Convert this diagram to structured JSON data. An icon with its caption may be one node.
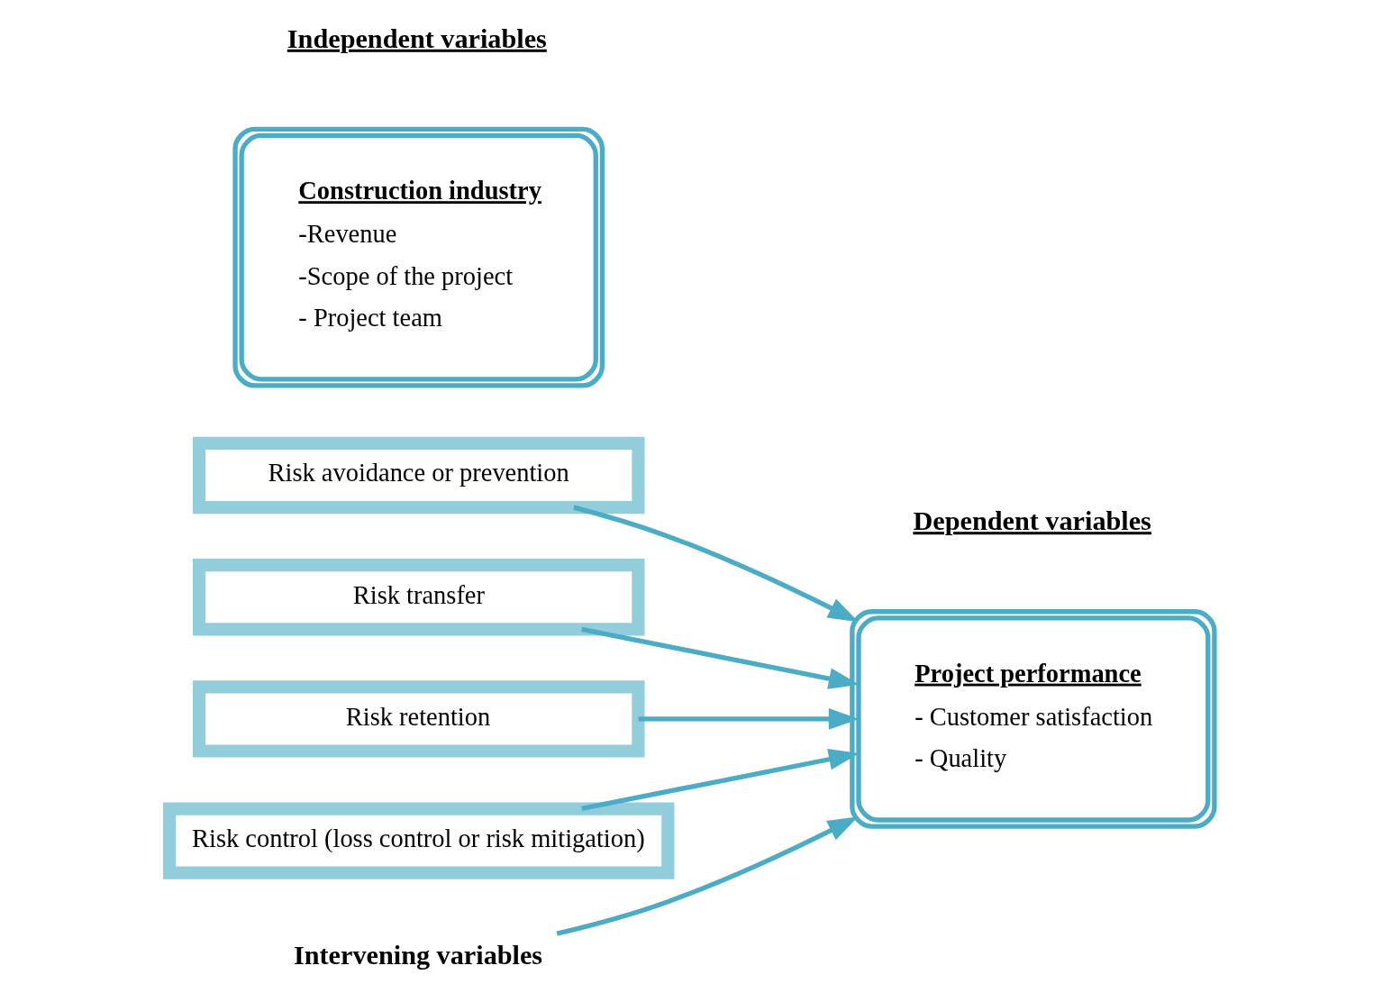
{
  "diagram": {
    "nodes": [
      {
        "text": [
          "Risk avoidance or prevention"
        ]
      },
      {
        "text": [
          "Risk transfer"
        ]
      },
      {
        "text": [
          "Risk retention"
        ]
      },
      {
        "text": [
          "Risk control (loss control or risk mitigation)"
        ]
      },
      {
        "text": [
          "Project performance",
          "- Customer satisfaction",
          "- Quality"
        ]
      },
      {
        "text": [
          "Intervening variables"
        ]
      },
      {
        "text": [
          "Construction industry",
          "-Revenue",
          "-Scope of the project",
          "- Project team"
        ]
      }
    ],
    "edges": [
      {
        "from": 0,
        "to": 4,
        "arrow": "to"
      },
      {
        "from": 1,
        "to": 4,
        "arrow": "to"
      },
      {
        "from": 2,
        "to": 4,
        "arrow": "to"
      },
      {
        "from": 3,
        "to": 4,
        "arrow": "to"
      },
      {
        "from": 5,
        "to": 4,
        "arrow": "to"
      }
    ],
    "labels": [
      "Independent variables",
      "Dependent variables"
    ]
  }
}
